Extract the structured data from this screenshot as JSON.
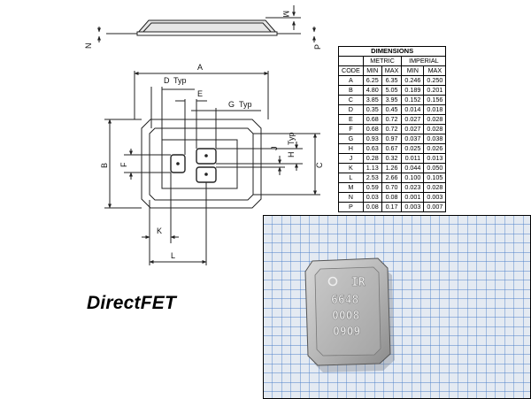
{
  "drawing": {
    "labels": {
      "a": "A",
      "b": "B",
      "c": "C",
      "d": "D",
      "d_typ": "Typ",
      "e": "E",
      "f": "F",
      "g": "G",
      "g_typ": "Typ",
      "h": "H",
      "h_typ": "Typ",
      "j": "J",
      "k": "K",
      "l": "L",
      "m": "M",
      "n": "N",
      "p": "P"
    }
  },
  "table": {
    "title": "DIMENSIONS",
    "group_headers": [
      "METRIC",
      "IMPERIAL"
    ],
    "columns": [
      "CODE",
      "MIN",
      "MAX",
      "MIN",
      "MAX"
    ],
    "rows": [
      [
        "A",
        "6.25",
        "6.35",
        "0.246",
        "0.250"
      ],
      [
        "B",
        "4.80",
        "5.05",
        "0.189",
        "0.201"
      ],
      [
        "C",
        "3.85",
        "3.95",
        "0.152",
        "0.156"
      ],
      [
        "D",
        "0.35",
        "0.45",
        "0.014",
        "0.018"
      ],
      [
        "E",
        "0.68",
        "0.72",
        "0.027",
        "0.028"
      ],
      [
        "F",
        "0.68",
        "0.72",
        "0.027",
        "0.028"
      ],
      [
        "G",
        "0.93",
        "0.97",
        "0.037",
        "0.038"
      ],
      [
        "H",
        "0.63",
        "0.67",
        "0.025",
        "0.026"
      ],
      [
        "J",
        "0.28",
        "0.32",
        "0.011",
        "0.013"
      ],
      [
        "K",
        "1.13",
        "1.26",
        "0.044",
        "0.050"
      ],
      [
        "L",
        "2.53",
        "2.66",
        "0.100",
        "0.105"
      ],
      [
        "M",
        "0.59",
        "0.70",
        "0.023",
        "0.028"
      ],
      [
        "N",
        "0.03",
        "0.08",
        "0.001",
        "0.003"
      ],
      [
        "P",
        "0.08",
        "0.17",
        "0.003",
        "0.007"
      ]
    ]
  },
  "caption": "DirectFET",
  "photo": {
    "chip_marking": [
      "IR",
      "6648",
      "0008",
      "0909"
    ]
  }
}
